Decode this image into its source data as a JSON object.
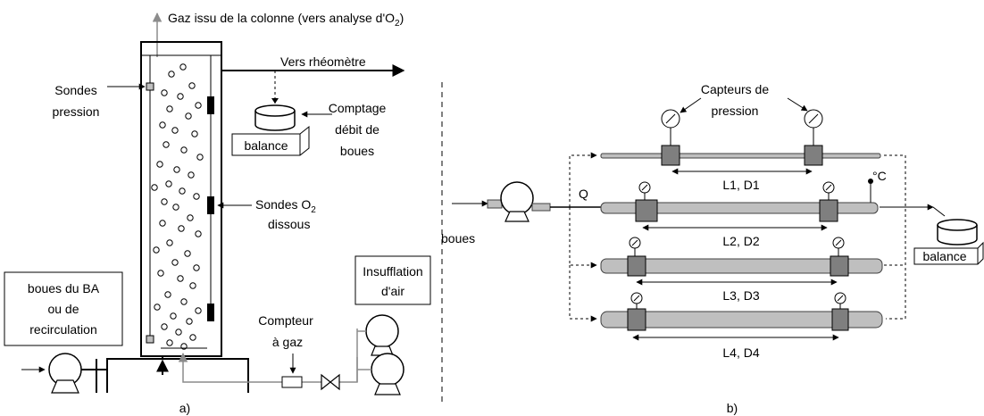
{
  "panel_a": {
    "caption": "a)",
    "gas_outlet": "Gaz issu de la colonne (vers analyse d'O",
    "gas_outlet_sub": "2",
    "gas_outlet_end": ")",
    "to_rheometer": "Vers rhéomètre",
    "pressure_probes_1": "Sondes",
    "pressure_probes_2": "pression",
    "balance": "balance",
    "sludge_flow_1": "Comptage",
    "sludge_flow_2": "débit de",
    "sludge_flow_3": "boues",
    "o2_probes_1": "Sondes O",
    "o2_probes_sub": "2",
    "o2_probes_2": "dissous",
    "sludge_source_1": "boues du BA",
    "sludge_source_2": "ou de",
    "sludge_source_3": "recirculation",
    "gas_counter_1": "Compteur",
    "gas_counter_2": "à gaz",
    "air_injection_1": "Insufflation",
    "air_injection_2": "d'air"
  },
  "panel_b": {
    "caption": "b)",
    "pressure_sensors_1": "Capteurs de",
    "pressure_sensors_2": "pression",
    "sludge": "boues",
    "flow": "Q",
    "temperature": "°C",
    "balance": "balance",
    "pipes": [
      {
        "label": "L1, D1"
      },
      {
        "label": "L2, D2"
      },
      {
        "label": "L3, D3"
      },
      {
        "label": "L4, D4"
      }
    ]
  }
}
